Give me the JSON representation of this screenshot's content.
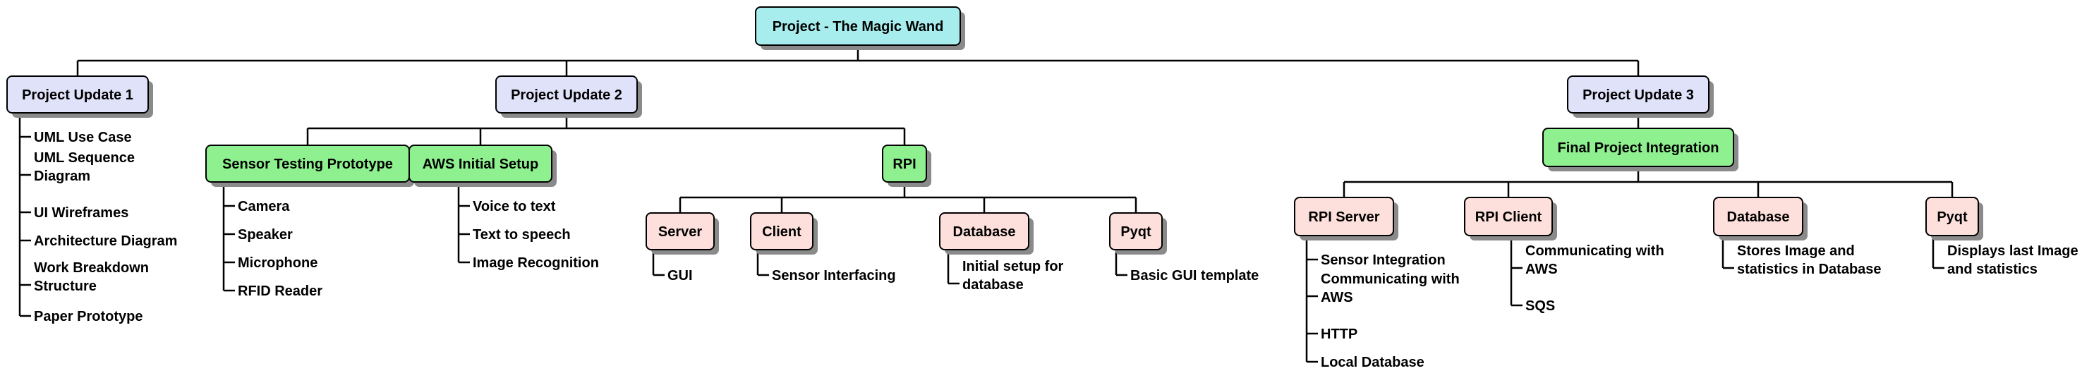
{
  "colors": {
    "root": "#a8eded",
    "update": "#e0e2fa",
    "category": "#8ef08e",
    "component": "#fde0dc",
    "border": "#000000",
    "shadow": "#8a8a8a"
  },
  "diagram": {
    "root": {
      "label": "Project - The Magic Wand"
    },
    "updates": [
      {
        "label": "Project Update 1",
        "items": [
          "UML Use Case",
          "UML Sequence Diagram",
          "UI Wireframes",
          "Architecture Diagram",
          "Work Breakdown Structure",
          "Paper Prototype"
        ]
      },
      {
        "label": "Project Update 2",
        "categories": [
          {
            "label": "Sensor Testing Prototype",
            "items": [
              "Camera",
              "Speaker",
              "Microphone",
              "RFID Reader"
            ]
          },
          {
            "label": "AWS Initial Setup",
            "items": [
              "Voice to text",
              "Text to speech",
              "Image Recognition"
            ]
          },
          {
            "label": "RPI",
            "components": [
              {
                "label": "Server",
                "items": [
                  "GUI"
                ]
              },
              {
                "label": "Client",
                "items": [
                  "Sensor Interfacing"
                ]
              },
              {
                "label": "Database",
                "items": [
                  "Initial setup for database"
                ]
              },
              {
                "label": "Pyqt",
                "items": [
                  "Basic GUI template"
                ]
              }
            ]
          }
        ]
      },
      {
        "label": "Project Update 3",
        "categories": [
          {
            "label": "Final Project Integration",
            "components": [
              {
                "label": "RPI Server",
                "items": [
                  "Sensor Integration",
                  "Communicating with AWS",
                  "HTTP",
                  "Local Database"
                ]
              },
              {
                "label": "RPI Client",
                "items": [
                  "Communicating with AWS",
                  "SQS"
                ]
              },
              {
                "label": "Database",
                "items": [
                  "Stores Image and statistics in Database"
                ]
              },
              {
                "label": "Pyqt",
                "items": [
                  "Displays last Image and statistics"
                ]
              }
            ]
          }
        ]
      }
    ]
  }
}
